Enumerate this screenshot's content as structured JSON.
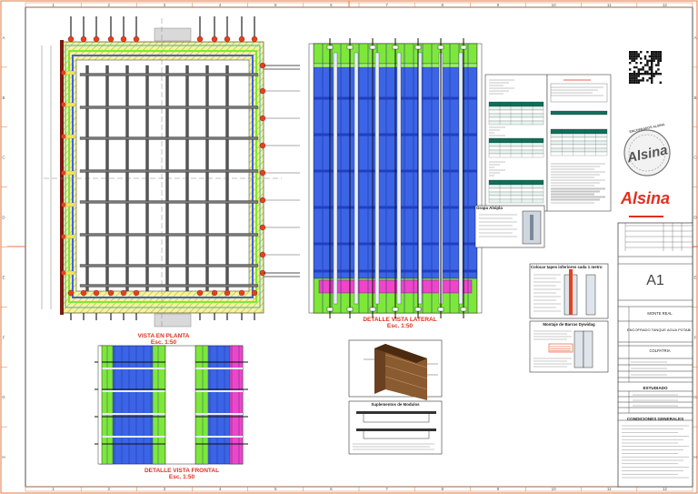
{
  "border": {
    "columns": [
      "1",
      "2",
      "3",
      "4",
      "5",
      "6",
      "7",
      "8",
      "9",
      "10",
      "11",
      "12"
    ],
    "rows": [
      "A",
      "B",
      "C",
      "D",
      "E",
      "F",
      "G",
      "H"
    ]
  },
  "views": {
    "plan": {
      "title": "VISTA EN PLANTA",
      "scale": "Esc. 1:50"
    },
    "lateral": {
      "title": "DETALLE VISTA LATERAL",
      "scale": "Esc. 1:50"
    },
    "frontal": {
      "title": "DETALLE VISTA FRONTAL",
      "scale": "Esc. 1:50"
    }
  },
  "details": {
    "grapa": {
      "title": "Grapa Alsipla"
    },
    "tapes": {
      "title": "Colocar tapes inferiores cada 1 metro"
    },
    "barras": {
      "title": "Montaje de Barras Dywidag"
    },
    "suplementos": {
      "title": "Suplementos de Modulos"
    }
  },
  "brand": {
    "name": "Alsina",
    "seal_text": "ENCOFRADOS ALSINA"
  },
  "title_block": {
    "format": "A1",
    "project": "MONTE REAL",
    "description": "ENCOFRADO TANQUE AGUA POTABLE",
    "client": "COLPATRIA",
    "section": "ESTUDIADO",
    "conditions_title": "CONDICIONES GENERALES"
  },
  "colors": {
    "panel_blue": "#3b64e6",
    "panel_green": "#7ee83a",
    "panel_magenta": "#ee45c9",
    "tie_red": "#e5411c",
    "hatch_yellow": "#f2e94d",
    "title_red": "#e03020"
  }
}
